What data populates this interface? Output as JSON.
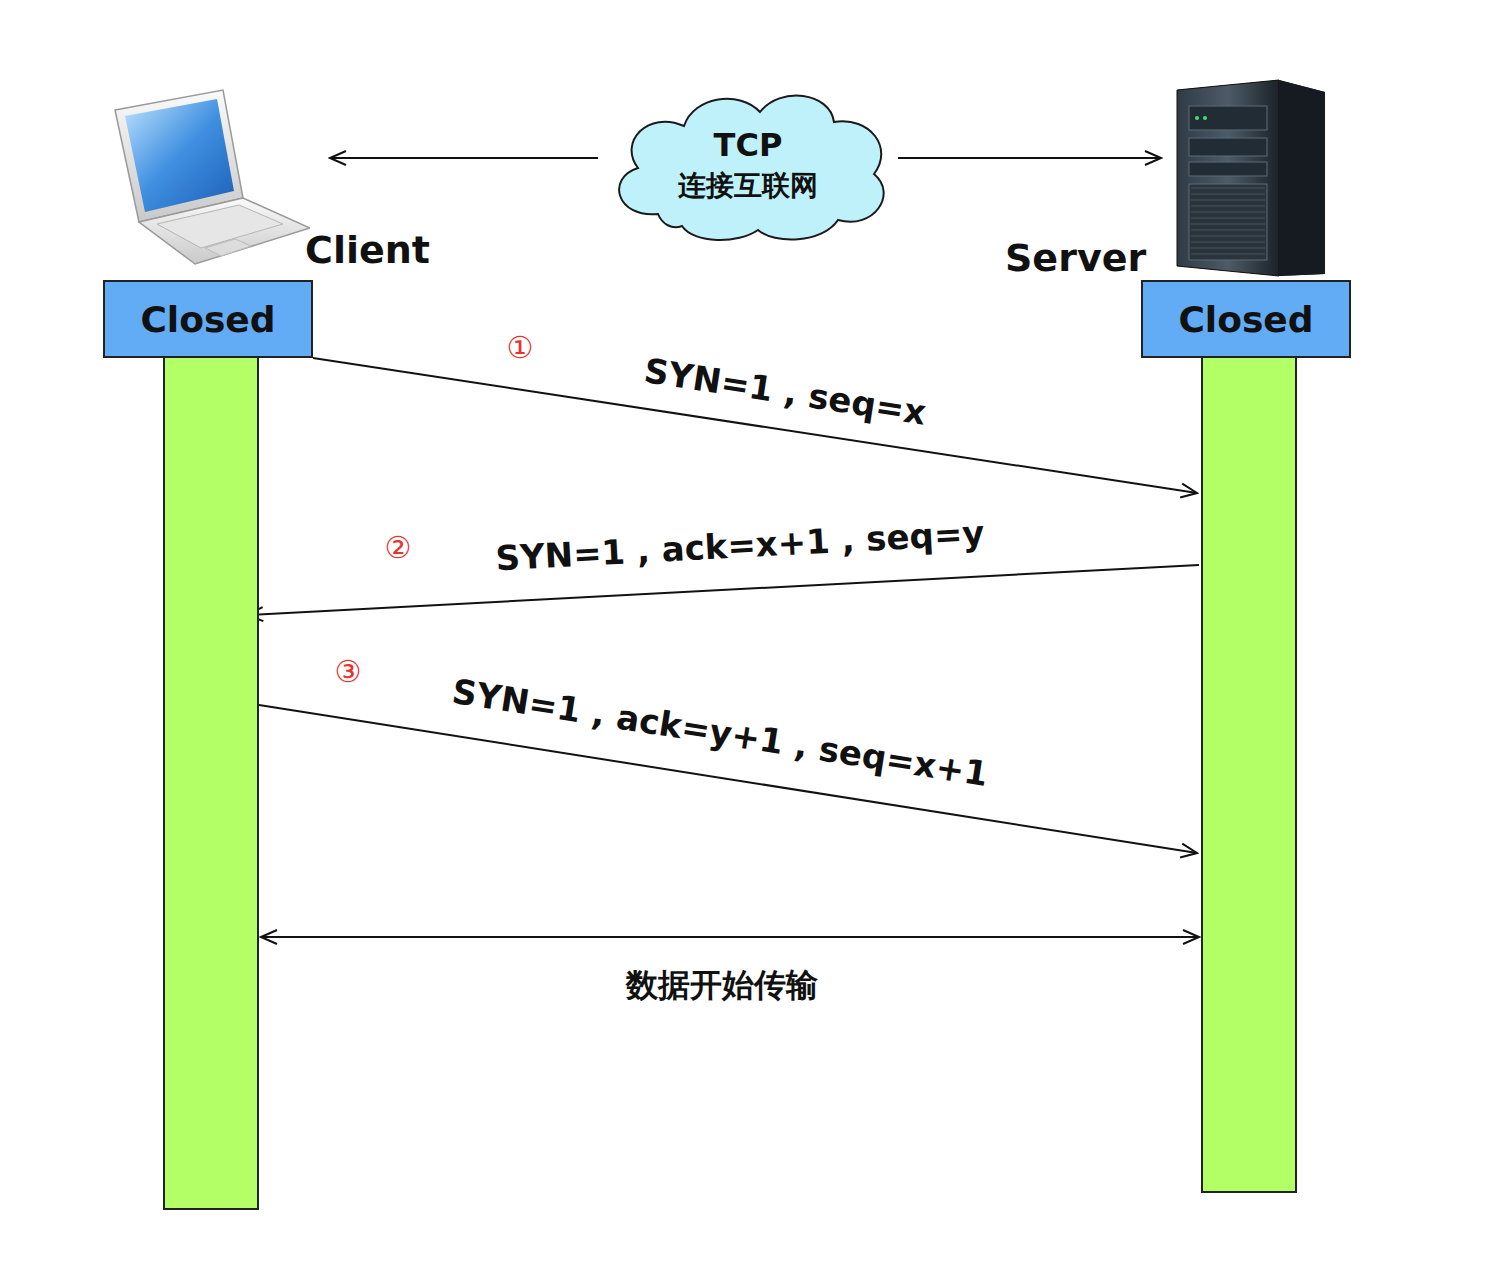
{
  "diagram": {
    "nodes": [
      {
        "text": [
          "TCP",
          "连接互联网"
        ]
      },
      {
        "text": [
          "Client"
        ]
      },
      {
        "text": [
          "Server"
        ]
      },
      {
        "text": [
          "Closed"
        ]
      },
      {
        "text": [
          "Closed"
        ]
      }
    ],
    "edges": [
      {
        "from": 0,
        "to": 1,
        "arrow": "to"
      },
      {
        "from": 0,
        "to": 2,
        "arrow": "to"
      },
      {
        "from": 3,
        "to": 4,
        "label": "SYN=1 , seq=x",
        "arrow": "to"
      },
      {
        "from": 4,
        "to": 3,
        "label": "SYN=1 , ack=x+1 , seq=y",
        "arrow": "to"
      },
      {
        "from": 3,
        "to": 4,
        "label": "SYN=1 , ack=y+1 , seq=x+1",
        "arrow": "to"
      },
      {
        "from": 3,
        "to": 4,
        "label": "数据开始传输",
        "arrow": "both"
      }
    ],
    "labels": [
      "①",
      "②",
      "③"
    ]
  }
}
